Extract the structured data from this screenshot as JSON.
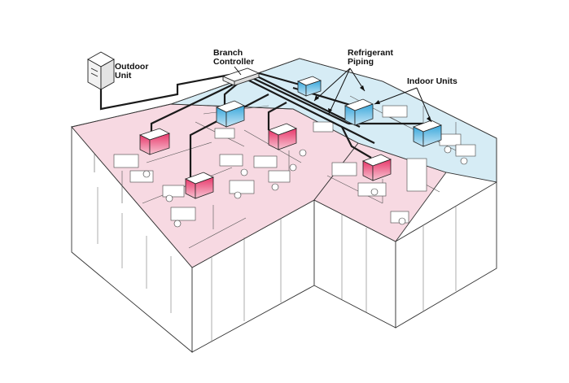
{
  "labels": {
    "outdoor_unit": "Outdoor\nUnit",
    "branch_controller": "Branch\nController",
    "refrigerant_piping": "Refrigerant\nPiping",
    "indoor_units": "Indoor Units"
  },
  "zones": {
    "heating": {
      "color": "#f7d9e2",
      "unit_accent": "#e8386b"
    },
    "cooling": {
      "color": "#d6ecf5",
      "unit_accent": "#3aa8dc"
    }
  },
  "line_color": "#1a1a1a"
}
